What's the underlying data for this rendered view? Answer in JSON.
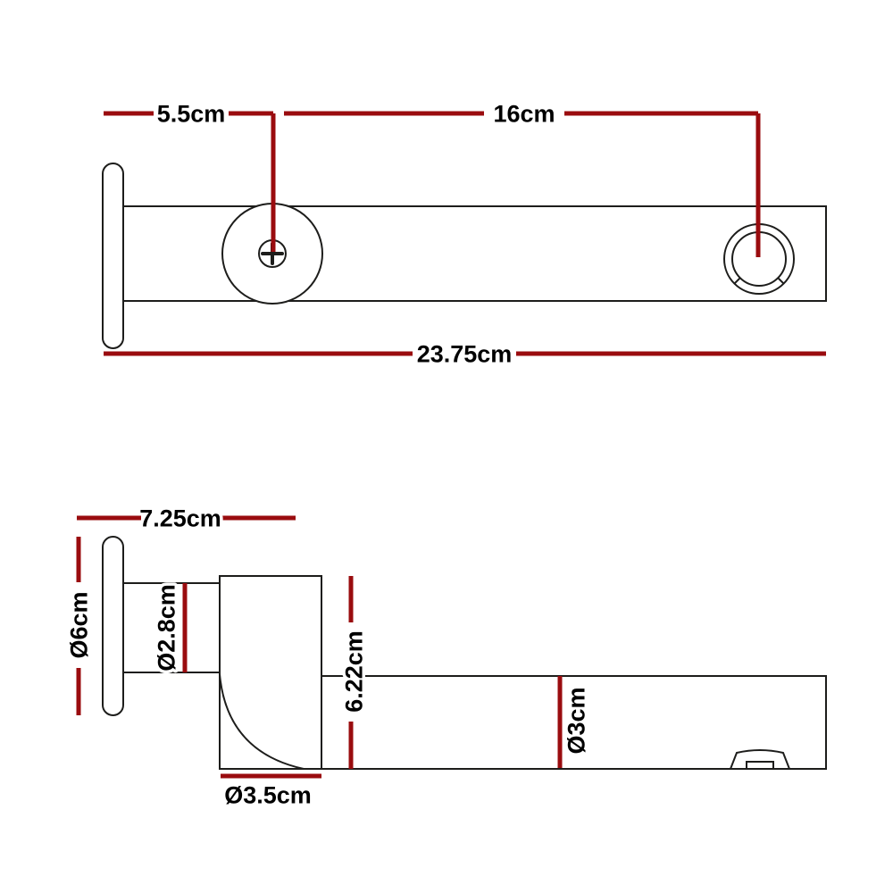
{
  "diagram": {
    "kind": "product-dimension-drawing",
    "colors": {
      "dimension_line": "#9a0c0f",
      "outline": "#1d1d1b",
      "background": "#ffffff",
      "label_text": "#000000"
    },
    "top_view": {
      "dimensions": {
        "wall_to_pivot": "5.5cm",
        "pivot_to_outlet": "16cm",
        "overall_length": "23.75cm"
      }
    },
    "side_view": {
      "dimensions": {
        "wall_projection": "7.25cm",
        "flange_diameter": "Ø6cm",
        "pipe_diameter": "Ø2.8cm",
        "body_height": "6.22cm",
        "spout_diameter": "Ø3cm",
        "outlet_base_diameter": "Ø3.5cm"
      }
    }
  }
}
